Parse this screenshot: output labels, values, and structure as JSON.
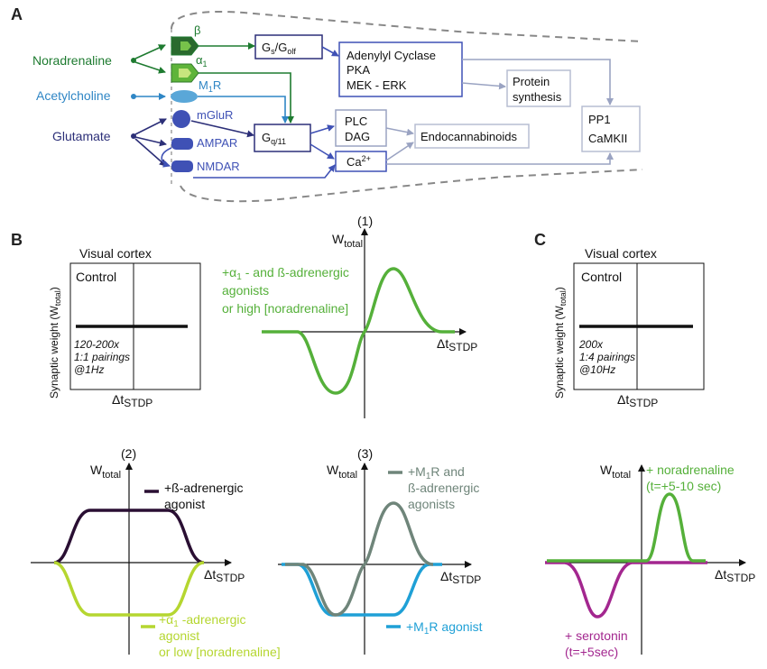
{
  "colors": {
    "dark_green": "#1e7b30",
    "green": "#55b03a",
    "light_green": "#b5d630",
    "navy": "#2c2f78",
    "blue_purple": "#3f51b5",
    "blue": "#2f86c5",
    "cyan": "#1fa0d6",
    "gray_box": "#a8b0c8",
    "dark_purple": "#2a0f33",
    "gray_green": "#6f857a",
    "magenta": "#a3278f",
    "black": "#111111"
  },
  "panel_a": {
    "letter": "A",
    "ligands": {
      "noradrenaline": "Noradrenaline",
      "acetylcholine": "Acetylcholine",
      "glutamate": "Glutamate"
    },
    "receptors": {
      "beta": "β",
      "alpha_main": "α",
      "alpha_sub": "1",
      "m1r_main": "M",
      "m1r_sub": "1",
      "m1r_tail": "R",
      "mglur": "mGluR",
      "ampar": "AMPAR",
      "nmdar": "NMDAR"
    },
    "boxes": {
      "gs_main1": "G",
      "gs_sub1": "s",
      "gs_mid": "/G",
      "gs_sub2": "olf",
      "gq_main": "G",
      "gq_sub": "q/11",
      "adenylyl_line1": "Adenylyl Cyclase",
      "adenylyl_line2": "PKA",
      "adenylyl_line3": "MEK - ERK",
      "protein_line1": "Protein",
      "protein_line2": "synthesis",
      "plc_line1": "PLC",
      "plc_line2": "DAG",
      "ca_main": "Ca",
      "ca_sup": "2+",
      "endocannabinoids": "Endocannabinoids",
      "pp1_line1": "PP1",
      "pp1_line2": "CaMKII"
    }
  },
  "panel_b": {
    "letter": "B",
    "control_box": {
      "title": "Visual cortex",
      "label": "Control",
      "ylabel_main": "Synaptic weight (W",
      "ylabel_sub": "total",
      "ylabel_end": ")",
      "protocol_line1": "120-200x",
      "protocol_line2": "1:1 pairings",
      "protocol_line3": "@1Hz",
      "xlabel_main": "Δt",
      "xlabel_sub": "STDP"
    },
    "plot1": {
      "number": "(1)",
      "ylabel_main": "W",
      "ylabel_sub": "total",
      "xlabel_main": "Δt",
      "xlabel_sub": "STDP",
      "label_line1_pre": "+α",
      "label_line1_sub": "1",
      "label_line1_post": " - and ß-adrenergic",
      "label_line2": "agonists",
      "label_line3": "or high [noradrenaline]"
    },
    "plot2": {
      "number": "(2)",
      "ylabel_main": "W",
      "ylabel_sub": "total",
      "xlabel_main": "Δt",
      "xlabel_sub": "STDP",
      "beta_line1": "+ß-adrenergic",
      "beta_line2": "agonist",
      "alpha_line1_pre": "+α",
      "alpha_line1_sub": "1",
      "alpha_line1_post": " -adrenergic",
      "alpha_line2": "agonist",
      "alpha_line3": "or low [noradrenaline]"
    },
    "plot3": {
      "number": "(3)",
      "ylabel_main": "W",
      "ylabel_sub": "total",
      "xlabel_main": "Δt",
      "xlabel_sub": "STDP",
      "m1beta_line1_pre": "+M",
      "m1beta_line1_sub": "1",
      "m1beta_line1_post": "R and",
      "m1beta_line2": "ß-adrenergic",
      "m1beta_line3": "agonists",
      "m1_pre": "+M",
      "m1_sub": "1",
      "m1_post": "R agonist"
    }
  },
  "panel_c": {
    "letter": "C",
    "control_box": {
      "title": "Visual cortex",
      "label": "Control",
      "ylabel_main": "Synaptic weight (W",
      "ylabel_sub": "total",
      "ylabel_end": ")",
      "protocol_line1": "200x",
      "protocol_line2": "1:4 pairings",
      "protocol_line3": "@10Hz",
      "xlabel_main": "Δt",
      "xlabel_sub": "STDP"
    },
    "plot": {
      "ylabel_main": "W",
      "ylabel_sub": "total",
      "xlabel_main": "Δt",
      "xlabel_sub": "STDP",
      "na_line1": "+ noradrenaline",
      "na_line2": "(t=+5-10 sec)",
      "sero_line1": "+ serotonin",
      "sero_line2": "(t=+5sec)"
    }
  }
}
